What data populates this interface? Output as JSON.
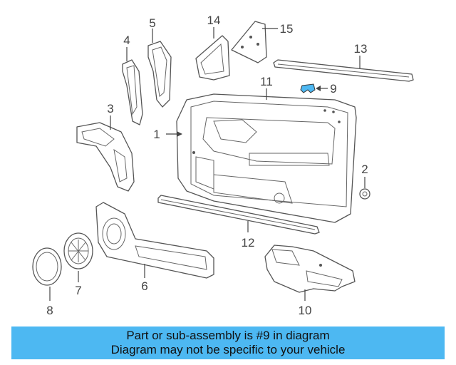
{
  "diagram": {
    "callouts": [
      "1",
      "2",
      "3",
      "4",
      "5",
      "6",
      "7",
      "8",
      "9",
      "10",
      "11",
      "12",
      "13",
      "14",
      "15"
    ],
    "highlight_color": "#4db8f2"
  },
  "banner": {
    "line1": "Part or sub-assembly is #9 in diagram",
    "line2": "Diagram may not be specific to your vehicle",
    "background": "#4db8f2"
  }
}
